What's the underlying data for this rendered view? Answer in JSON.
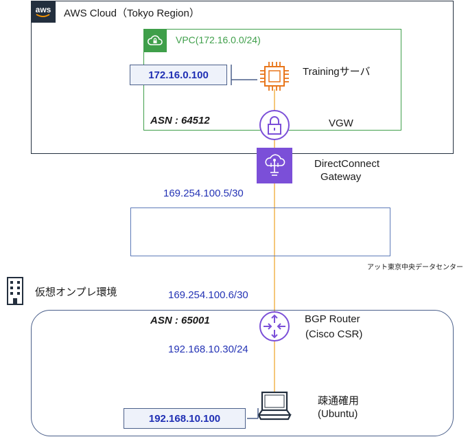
{
  "aws_cloud": {
    "logo_text": "aws",
    "title": "AWS Cloud（Tokyo Region）"
  },
  "vpc": {
    "title": "VPC(172.16.0.0/24)"
  },
  "training_server": {
    "ip": "172.16.0.100",
    "label": "Trainingサーバ"
  },
  "vpc_asn": "ASN : 64512",
  "vgw": {
    "label": "VGW"
  },
  "direct_connect_gateway": {
    "label_line1": "DirectConnect",
    "label_line2": "Gateway"
  },
  "aws_link_ip": "169.254.100.5/30",
  "datacenter": {
    "label": "アット東京中央データセンター"
  },
  "onprem": {
    "label": "仮想オンプレ環境"
  },
  "onprem_link_ip": "169.254.100.6/30",
  "onprem_asn": "ASN : 65001",
  "bgp_router": {
    "label_line1": "BGP Router",
    "label_line2": "(Cisco CSR)"
  },
  "router_lan_ip": "192.168.10.30/24",
  "test_client": {
    "label_line1": "疎通確用",
    "label_line2": "(Ubuntu)",
    "ip": "192.168.10.100"
  },
  "colors": {
    "vpc_green": "#3f9f4a",
    "aws_dark": "#232f3e",
    "purple": "#7b4fd8",
    "ip_blue": "#2433b5",
    "link_orange": "#f5c77a"
  }
}
